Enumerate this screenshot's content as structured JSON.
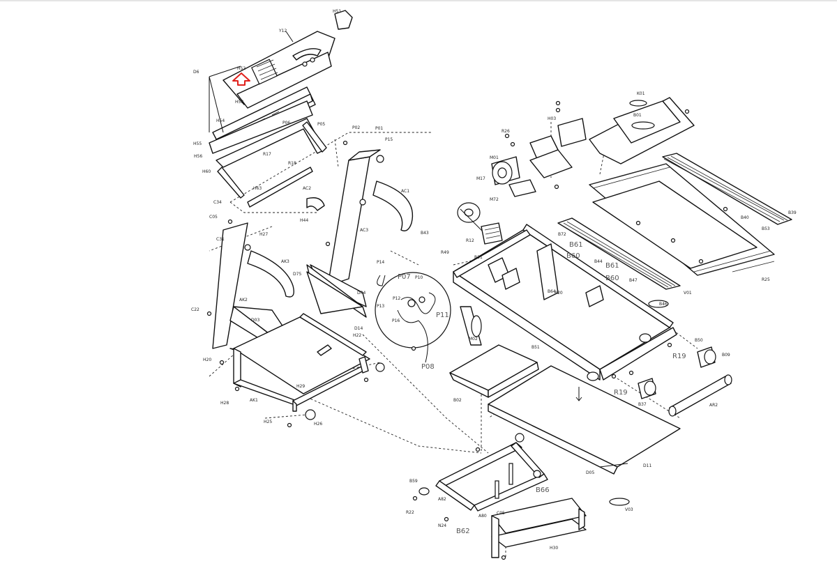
{
  "colors": {
    "line": "#111111",
    "callout": "#555555",
    "arrow": "#e0201b",
    "background": "#ffffff"
  },
  "labels": {
    "b66": "B66",
    "b62": "B62",
    "b61": "B61",
    "b60": "B60",
    "p07": "P07",
    "p08": "P08",
    "p11": "P11",
    "r19": "R19"
  },
  "small_labels": {
    "b01": "B01",
    "k01": "K01",
    "h03": "H03",
    "r26": "R26",
    "m01": "M01",
    "m17": "M17",
    "m72": "M72",
    "r12": "R12",
    "b43": "B43",
    "r49": "R49",
    "b72": "B72",
    "r31": "R31",
    "b44": "B44",
    "b47": "B47",
    "b20": "B20",
    "b40": "B40",
    "b53": "B53",
    "b39": "B39",
    "r25": "R25",
    "v01": "V01",
    "b46": "B46",
    "b50": "B50",
    "b09": "B09",
    "b37": "B37",
    "ar2": "AR2",
    "b02": "B02",
    "d11": "D11",
    "d05": "D05",
    "m02": "M02",
    "b51": "B51",
    "h51": "H51",
    "h52": "H52",
    "h53": "H53",
    "h54": "H54",
    "h55": "H55",
    "h56": "H56",
    "y12": "Y12",
    "d6": "D6",
    "p06": "P06",
    "p05": "P05",
    "p02": "P02",
    "p01": "P01",
    "p15": "P15",
    "p14": "P14",
    "p10": "P10",
    "p16": "P16",
    "p13": "P13",
    "p12": "P12",
    "r17": "R17",
    "r18": "R18",
    "h60": "H60",
    "h63": "H63",
    "h44": "H44",
    "c34": "C34",
    "c05": "C05",
    "h27": "H27",
    "c31": "C31",
    "ac1": "AC1",
    "ac2": "AC2",
    "ac3": "AC3",
    "d75": "D75",
    "d04": "D04",
    "d14": "D14",
    "d03": "D03",
    "h22": "H22",
    "c22": "C22",
    "h20": "H20",
    "h28": "H28",
    "h25": "H25",
    "h26": "H26",
    "h29": "H29",
    "ak1": "AK1",
    "ak2": "AK2",
    "ak3": "AK3",
    "b59": "B59",
    "a82": "A82",
    "a80": "A80",
    "r22": "R22",
    "n24": "N24",
    "h30": "H30",
    "b64": "B64",
    "c05b": "C05",
    "v03": "V03"
  }
}
